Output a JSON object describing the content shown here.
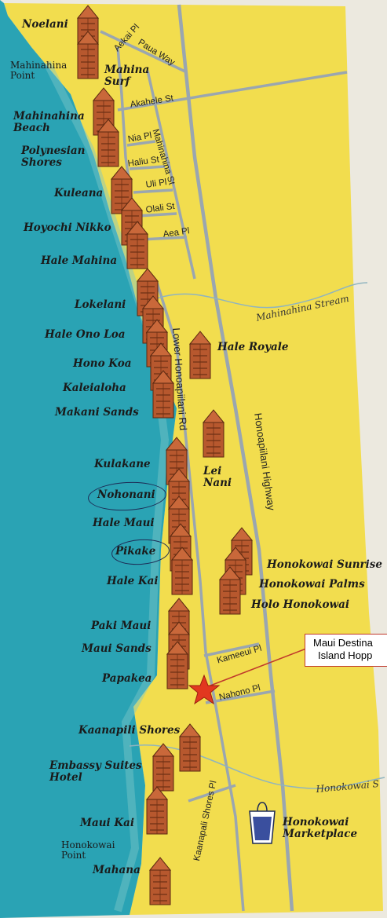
{
  "map": {
    "colors": {
      "ocean": "#2aa3b4",
      "land": "#f2dd4e",
      "road": "#9aa6b0",
      "stream": "#8fb4bf",
      "building": "#b7582e",
      "star": "#e2381f"
    },
    "resorts": [
      "Noelani",
      "Mahina Surf",
      "Mahinahina Beach",
      "Polynesian Shores",
      "Kuleana",
      "Hoyochi Nikko",
      "Hale Mahina",
      "Lokelani",
      "Hale Ono Loa",
      "Hono Koa",
      "Kaleialoha",
      "Makani Sands",
      "Hale Royale",
      "Lei Nani",
      "Kulakane",
      "Nohonani",
      "Hale Maui",
      "Pikake",
      "Hale Kai",
      "Honokowai Sunrise",
      "Honokowai Palms",
      "Holo Honokowai",
      "Paki Maui",
      "Maui Sands",
      "Papakea",
      "Kaanapili Shores",
      "Embassy Suites Hotel",
      "Maui Kai",
      "Mahana"
    ],
    "points": [
      "Mahinahina Point",
      "Honokowai Point"
    ],
    "streets": [
      "Aekai Pl",
      "Paua Way",
      "Akahele St",
      "Nia Pl",
      "Mahinahina St",
      "Haliu St",
      "Uli Pl",
      "Olali St",
      "Aea Pl",
      "Lower Honoapiilani Rd",
      "Honoapiilani Highway",
      "Kameeui Pl",
      "Nahono Pl",
      "Kaanapali Shores Pl"
    ],
    "waterways": [
      "Mahinahina Stream",
      "Honokowai S"
    ],
    "landmarks": [
      "Honokowai Marketplace"
    ],
    "callout": {
      "line1": "Maui Destina",
      "line2": "Island Hopp"
    }
  }
}
